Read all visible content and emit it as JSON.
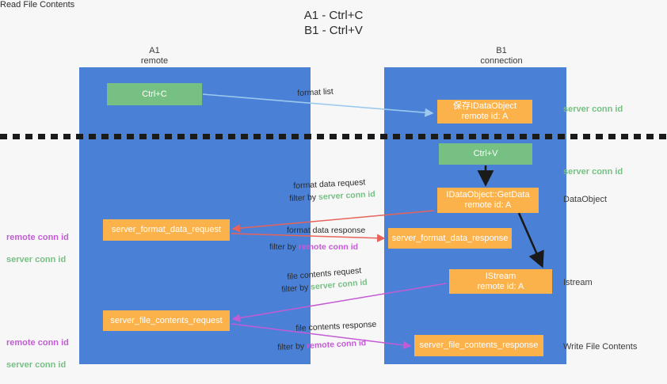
{
  "title": "A1 - Ctrl+C\nB1 - Ctrl+V",
  "columns": {
    "a": {
      "name": "A1",
      "role": "remote",
      "header": "A1\nremote"
    },
    "b": {
      "name": "B1",
      "role": "connection",
      "header": "B1\nconnection"
    }
  },
  "colors": {
    "column_blue": "#4a80d6",
    "node_green": "#76c083",
    "node_orange": "#fcb24b",
    "server_conn_green": "#76c083",
    "remote_conn_purple": "#c45bd6",
    "arrow_blue": "#9ec9ef",
    "arrow_red": "#e8635a",
    "arrow_purple": "#c45bd6",
    "arrow_black": "#1a1a1a",
    "background": "#f7f7f7"
  },
  "nodes": {
    "ctrl_c": "Ctrl+C",
    "data_object": "保存IDataObject\nremote id: A",
    "ctrl_v": "Ctrl+V",
    "get_data": "IDataObject::GetData\nremote id: A",
    "server_format_data_request": "server_format_data_request",
    "server_format_data_response": "server_format_data_response",
    "istream": "IStream\nremote id: A",
    "server_file_contents_request": "server_file_contents_request",
    "server_file_contents_response": "server_file_contents_response"
  },
  "side_labels": {
    "server_conn_id_top": "server conn id",
    "server_conn_id_mid": "server conn id",
    "data_object": "DataObject",
    "istream": "Istream",
    "write_file_contents": "Write File Contents",
    "read_file_contents": "Read File Contents",
    "remote_conn_id": "remote conn id",
    "server_conn_id": "server conn id"
  },
  "arrow_labels": {
    "format_list": "format list",
    "format_data_request": "format data request",
    "filter_by": "filter by ",
    "server_conn_id": "server conn id",
    "remote_conn_id": "remote conn id",
    "format_data_response": "format data response",
    "file_contents_request": "file contents request",
    "file_contents_response": "file contents response"
  }
}
